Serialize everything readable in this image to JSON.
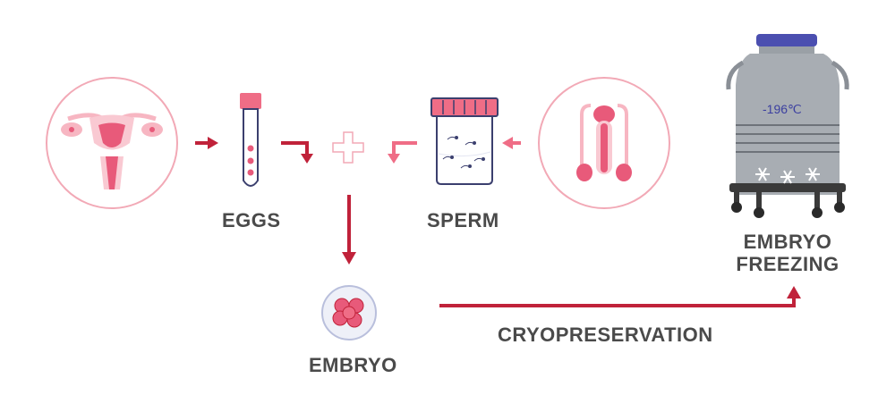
{
  "labels": {
    "eggs": "EGGS",
    "sperm": "SPERM",
    "embryo": "EMBRYO",
    "cryopreservation": "CRYOPRESERVATION",
    "embryo_freezing_line1": "EMBRYO",
    "embryo_freezing_line2": "FREEZING"
  },
  "tank": {
    "temperature": "-196℃"
  },
  "colors": {
    "primary_red": "#c0223a",
    "light_pink": "#ef6d86",
    "pale_pink": "#f7b6c2",
    "circle_outline": "#f2a9b6",
    "tank_gray": "#a8adb3",
    "tank_lid": "#4b4fb0",
    "text_gray": "#4a4a4a"
  },
  "icons": [
    "uterus-icon",
    "test-tube-icon",
    "plus-icon",
    "specimen-cup-icon",
    "male-reproductive-icon",
    "embryo-cells-icon",
    "cryo-tank-icon",
    "snowflake-icon"
  ]
}
